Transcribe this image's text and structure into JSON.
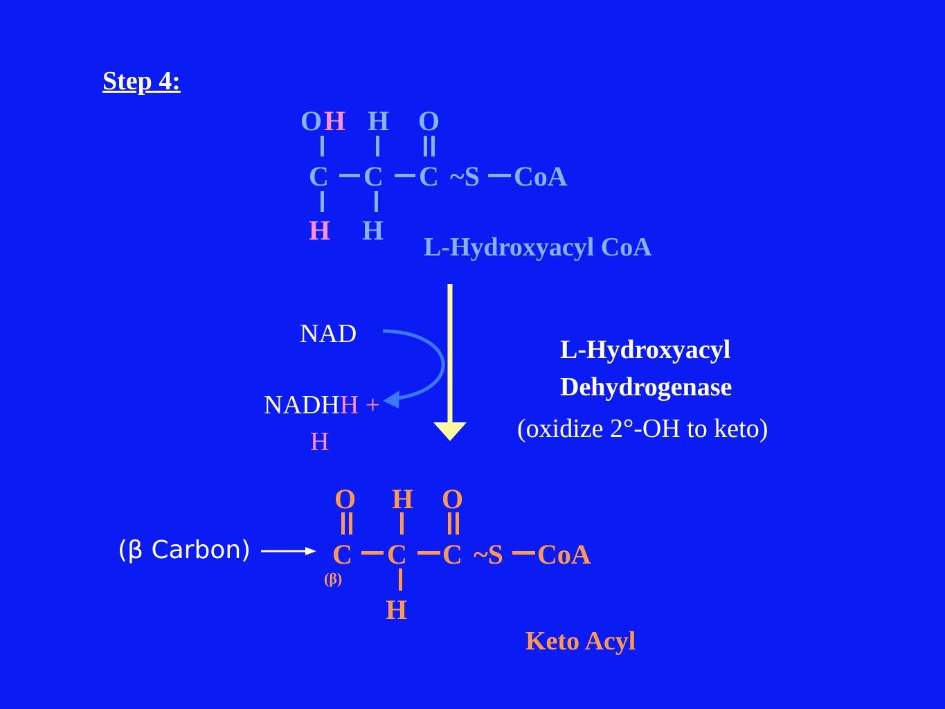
{
  "title": "Step 4:",
  "reactant": {
    "top_row": {
      "oh_o": "O",
      "oh_h": "H",
      "h2": "H",
      "o3": "O"
    },
    "chain": {
      "c1": "C",
      "c2": "C",
      "c3": "C",
      "s": "~S",
      "coa": "CoA"
    },
    "bottom_row": {
      "h1": "H",
      "h2": "H"
    },
    "name": "L-Hydroxyacyl CoA"
  },
  "cofactor": {
    "nad": "NAD",
    "nadh_a": "NADH",
    "nadh_b": "+",
    "nadh_h": "H"
  },
  "enzyme": {
    "line1": "L-Hydroxyacyl",
    "line2": "Dehydrogenase",
    "note": "(oxidize 2°-OH to keto)"
  },
  "product": {
    "top_row": {
      "o1": "O",
      "h2": "H",
      "o3": "O"
    },
    "chain": {
      "c1": "C",
      "c2": "C",
      "c3": "C",
      "s": "~S",
      "coa": "CoA"
    },
    "beta_mark": "(β)",
    "bottom_row": {
      "h2": "H"
    },
    "name": "Keto Acyl"
  },
  "beta_label": "(β Carbon)",
  "colors": {
    "background": "#0a1cf3",
    "reactant": "#85b3ff",
    "pink_hydrogens": "#ff8fd6",
    "product": "#ff9a4d",
    "reaction_arrow": "#fffaa0",
    "cofactor_arrow": "#3b78ff"
  }
}
